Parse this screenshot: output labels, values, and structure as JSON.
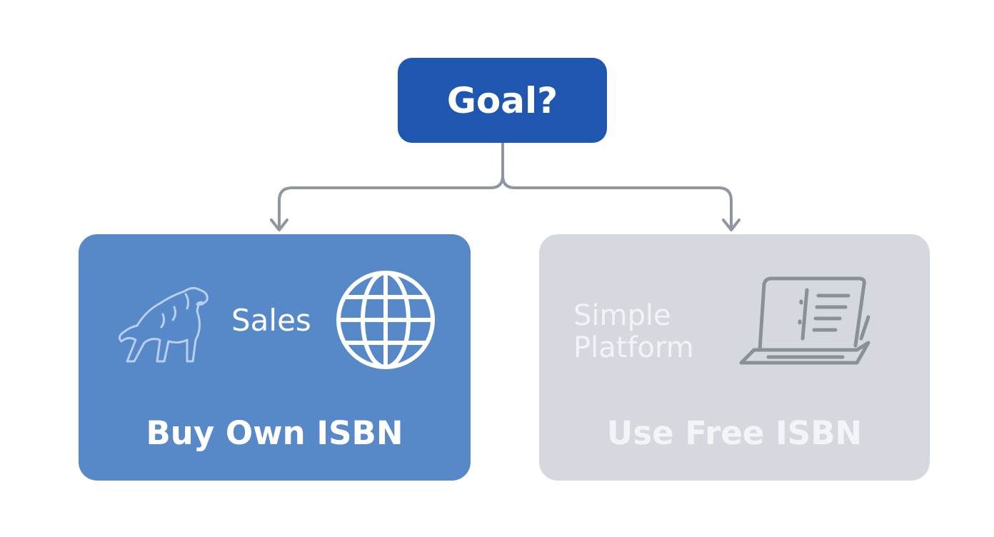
{
  "colors": {
    "root_fill": "#1f57b0",
    "left_fill": "#5789c9",
    "right_fill": "#d5d9df",
    "connector": "#8e979f",
    "right_icon": "#8b9098"
  },
  "root": {
    "label": "Goal?"
  },
  "options": [
    {
      "title": "Buy Own ISBN",
      "caption": "Sales",
      "icons": [
        "dog-icon",
        "globe-icon"
      ]
    },
    {
      "title": "Use Free ISBN",
      "caption_lines": [
        "Simple",
        "Platform"
      ],
      "icons": [
        "laptop-icon"
      ]
    }
  ]
}
